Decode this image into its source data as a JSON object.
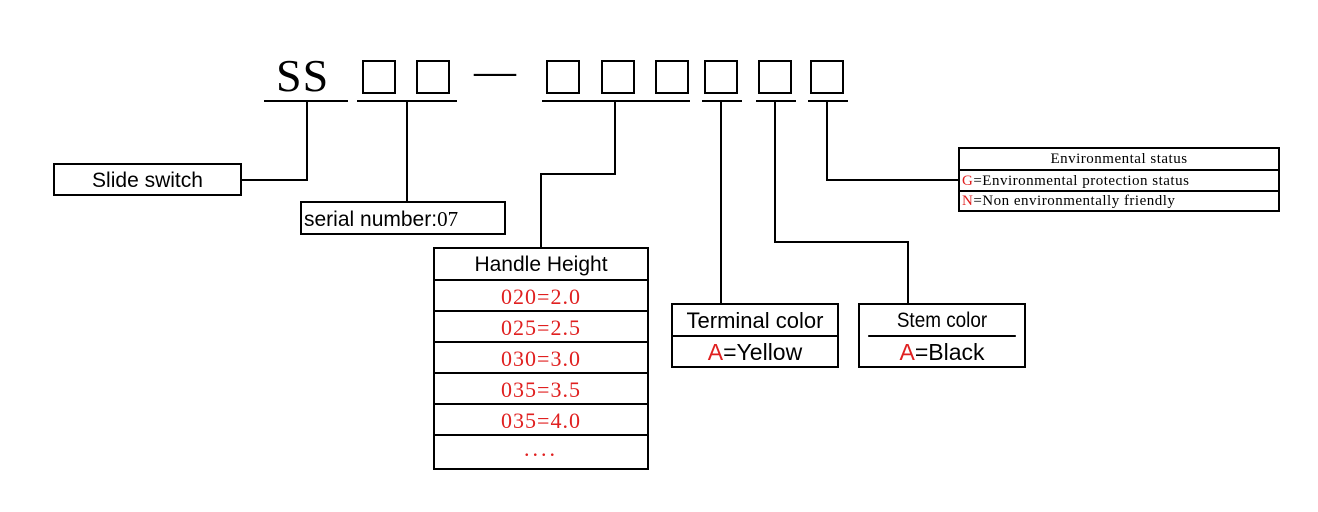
{
  "code": {
    "prefix": "SS",
    "dash": "—"
  },
  "slide_switch": {
    "label": "Slide switch"
  },
  "serial": {
    "label": "serial number:",
    "value": "07"
  },
  "handle_height": {
    "title": "Handle Height",
    "options": [
      "020=2.0",
      "025=2.5",
      "030=3.0",
      "035=3.5",
      "035=4.0",
      "...."
    ]
  },
  "terminal_color": {
    "title": "Terminal color",
    "code": "A",
    "value": "=Yellow"
  },
  "stem_color": {
    "title": "Stem color",
    "code": "A",
    "value": "=Black"
  },
  "environmental": {
    "title": "Environmental status",
    "options": [
      {
        "code": "G",
        "text": "=Environmental protection status"
      },
      {
        "code": "N",
        "text": "=Non environmentally friendly"
      }
    ]
  },
  "colors": {
    "accent": "#e02020",
    "ink": "#000000"
  }
}
